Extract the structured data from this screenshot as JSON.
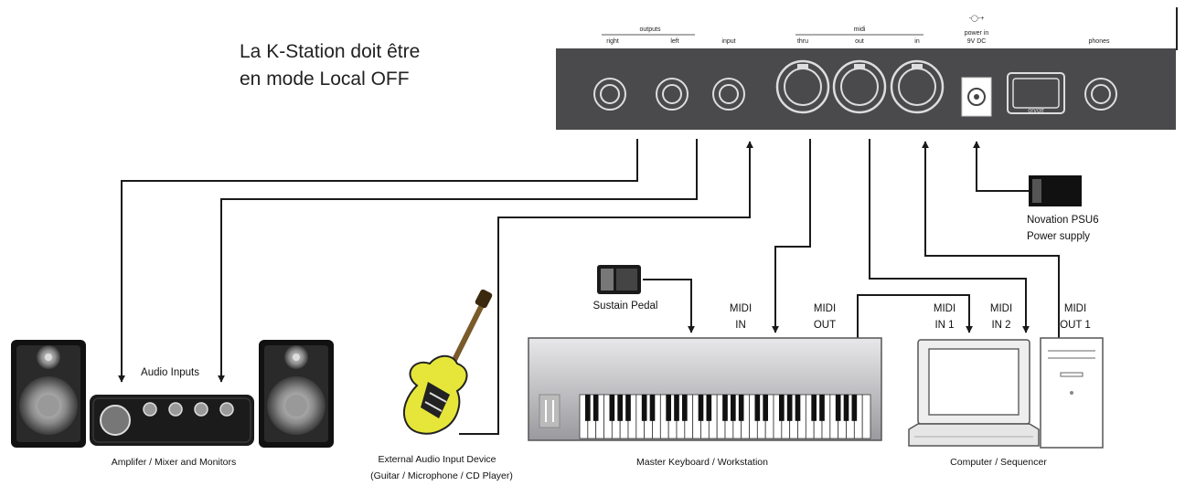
{
  "note": {
    "line1": "La K-Station doit être",
    "line2": "en mode Local OFF"
  },
  "panel": {
    "outputs_group": "outputs",
    "right": "right",
    "left": "left",
    "input": "input",
    "midi_group": "midi",
    "thru": "thru",
    "out": "out",
    "in": "in",
    "power_symbol": "-◯-+",
    "power_in_1": "power in",
    "power_in_2": "9V DC",
    "phones": "phones",
    "switch_label": "on/off"
  },
  "devices": {
    "amp_inputs": "Audio Inputs",
    "amp_caption": "Amplifer / Mixer and Monitors",
    "ext_caption_1": "External Audio Input Device",
    "ext_caption_2": "(Guitar / Microphone / CD Player)",
    "sustain": "Sustain Pedal",
    "master_midi_in_1": "MIDI",
    "master_midi_in_2": "IN",
    "master_midi_out_1": "MIDI",
    "master_midi_out_2": "OUT",
    "master_caption": "Master Keyboard / Workstation",
    "comp_in1_1": "MIDI",
    "comp_in1_2": "IN 1",
    "comp_in2_1": "MIDI",
    "comp_in2_2": "IN 2",
    "comp_out1_1": "MIDI",
    "comp_out1_2": "OUT 1",
    "comp_caption": "Computer / Sequencer",
    "psu_1": "Novation PSU6",
    "psu_2": "Power supply"
  },
  "colors": {
    "panel": "#4a4a4c",
    "cable": "#1a1a1a",
    "guitar_body": "#e6e63a"
  }
}
